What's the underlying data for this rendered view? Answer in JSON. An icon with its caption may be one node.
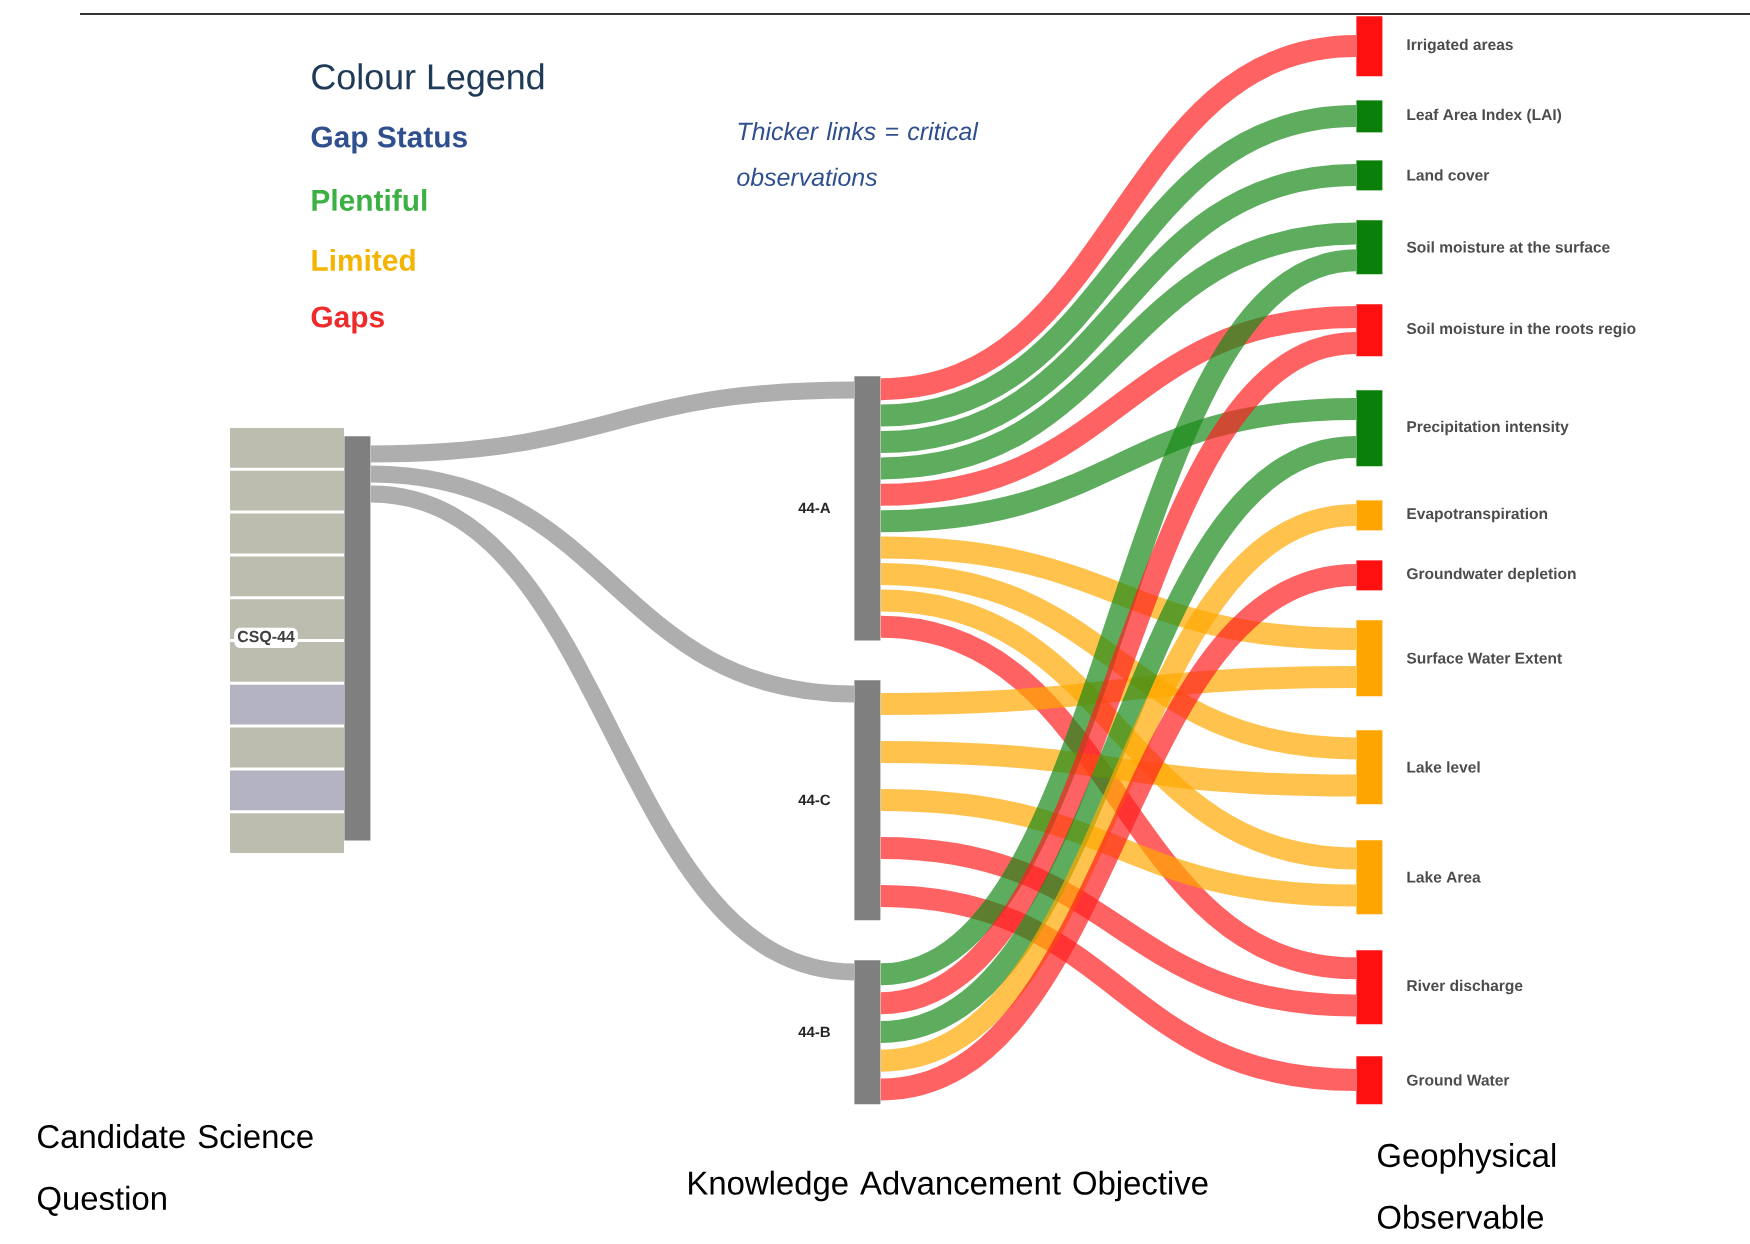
{
  "diagram": {
    "nodes": [
      {
        "text": [
          "CSQ-44"
        ]
      },
      {
        "text": [
          "44-A"
        ]
      },
      {
        "text": [
          "44-C"
        ]
      },
      {
        "text": [
          "44-B"
        ]
      },
      {
        "text": [
          "Irrigated areas"
        ]
      },
      {
        "text": [
          "Leaf Area Index (LAI)"
        ]
      },
      {
        "text": [
          "Land cover"
        ]
      },
      {
        "text": [
          "Soil moisture at the surface"
        ]
      },
      {
        "text": [
          "Soil moisture in the roots regio"
        ]
      },
      {
        "text": [
          "Precipitation intensity"
        ]
      },
      {
        "text": [
          "Evapotranspiration"
        ]
      },
      {
        "text": [
          "Groundwater depletion"
        ]
      },
      {
        "text": [
          "Surface Water Extent"
        ]
      },
      {
        "text": [
          "Lake level"
        ]
      },
      {
        "text": [
          "Lake Area"
        ]
      },
      {
        "text": [
          "River discharge"
        ]
      },
      {
        "text": [
          "Ground Water"
        ]
      }
    ],
    "edges": [
      {
        "from": 0,
        "to": 1,
        "arrow": "none",
        "color": "#8c8c8c"
      },
      {
        "from": 0,
        "to": 2,
        "arrow": "none",
        "color": "#8c8c8c"
      },
      {
        "from": 0,
        "to": 3,
        "arrow": "none",
        "color": "#8c8c8c"
      },
      {
        "from": 1,
        "to": 4,
        "arrow": "none",
        "color": "#ff2020"
      },
      {
        "from": 1,
        "to": 5,
        "arrow": "none",
        "color": "#1a8a1a"
      },
      {
        "from": 1,
        "to": 6,
        "arrow": "none",
        "color": "#1a8a1a"
      },
      {
        "from": 1,
        "to": 7,
        "arrow": "none",
        "color": "#1a8a1a"
      },
      {
        "from": 1,
        "to": 8,
        "arrow": "none",
        "color": "#ff2020"
      },
      {
        "from": 1,
        "to": 9,
        "arrow": "none",
        "color": "#1a8a1a"
      },
      {
        "from": 1,
        "to": 12,
        "arrow": "none",
        "color": "#ffa800"
      },
      {
        "from": 1,
        "to": 13,
        "arrow": "none",
        "color": "#ffa800"
      },
      {
        "from": 1,
        "to": 14,
        "arrow": "none",
        "color": "#ffa800"
      },
      {
        "from": 1,
        "to": 15,
        "arrow": "none",
        "color": "#ff2020"
      },
      {
        "from": 2,
        "to": 12,
        "arrow": "none",
        "color": "#ffa800"
      },
      {
        "from": 2,
        "to": 13,
        "arrow": "none",
        "color": "#ffa800"
      },
      {
        "from": 2,
        "to": 14,
        "arrow": "none",
        "color": "#ffa800"
      },
      {
        "from": 2,
        "to": 15,
        "arrow": "none",
        "color": "#ff2020"
      },
      {
        "from": 2,
        "to": 16,
        "arrow": "none",
        "color": "#ff2020"
      },
      {
        "from": 3,
        "to": 7,
        "arrow": "none",
        "color": "#1a8a1a"
      },
      {
        "from": 3,
        "to": 8,
        "arrow": "none",
        "color": "#ff2020"
      },
      {
        "from": 3,
        "to": 9,
        "arrow": "none",
        "color": "#1a8a1a"
      },
      {
        "from": 3,
        "to": 10,
        "arrow": "none",
        "color": "#ffa800"
      },
      {
        "from": 3,
        "to": 11,
        "arrow": "none",
        "color": "#ff2020"
      }
    ],
    "labels": [
      "Colour Legend",
      "Gap Status",
      "Thicker links = critical observations",
      "Candidate Science Question",
      "Knowledge Advancement Objective",
      "Geophysical Observable"
    ],
    "legend": [
      {
        "text": "Plentiful",
        "color": "#3cb043"
      },
      {
        "text": "Limited",
        "color": "#f5b400"
      },
      {
        "text": "Gaps",
        "color": "#ee2a2a"
      }
    ]
  }
}
